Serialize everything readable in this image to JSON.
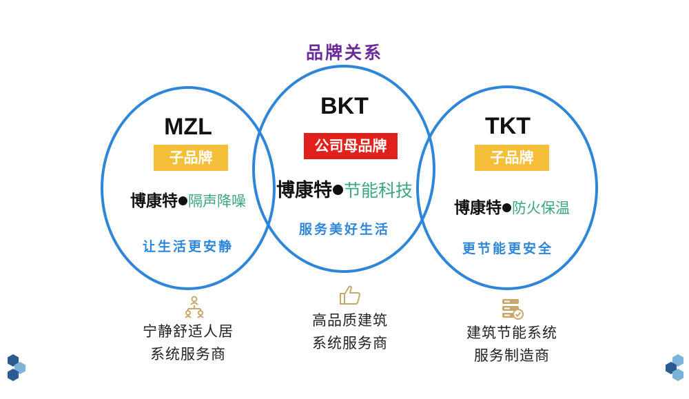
{
  "title": "品牌关系",
  "brands": {
    "left": {
      "name": "MZL",
      "badge": "子品牌",
      "logo_main": "博康特",
      "logo_sub": "隔声降噪",
      "slogan": "让生活更安静",
      "caption_line1": "宁静舒适人居",
      "caption_line2": "系统服务商",
      "icon": "people-network-icon"
    },
    "center": {
      "name": "BKT",
      "badge": "公司母品牌",
      "logo_main": "博康特",
      "logo_sub": "节能科技",
      "slogan": "服务美好生活",
      "caption_line1": "高品质建筑",
      "caption_line2": "系统服务商",
      "icon": "thumbs-up-icon"
    },
    "right": {
      "name": "TKT",
      "badge": "子品牌",
      "logo_main": "博康特",
      "logo_sub": "防火保温",
      "slogan": "更节能更安全",
      "caption_line1": "建筑节能系统",
      "caption_line2": "服务制造商",
      "icon": "server-check-icon"
    }
  },
  "colors": {
    "title": "#6a2c9b",
    "circle_border": "#2f86d9",
    "badge_sub": "#f5bf3a",
    "badge_parent": "#e3211c",
    "logo_sub_text": "#3aa67c",
    "icon": "#c8a86a"
  }
}
